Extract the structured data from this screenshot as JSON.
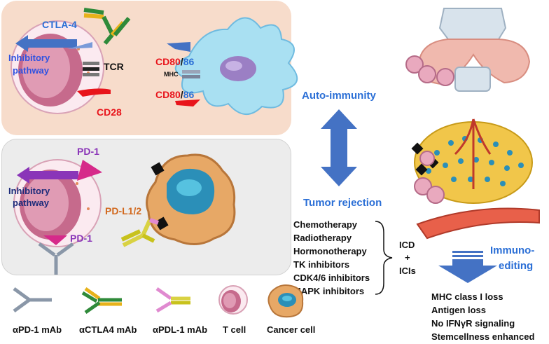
{
  "top_panel": {
    "ctla4_label": "CTLA-4",
    "inhibitory_line1": "Inhibitory",
    "inhibitory_line2": "pathway",
    "tcr_label": "TCR",
    "cd28_label": "CD28",
    "cd80_a": "CD80",
    "slash_a": "/",
    "num86_a": "86",
    "mhc_label": "MHC",
    "cd80_b": "CD80",
    "slash_b": "/",
    "num86_b": "86"
  },
  "mid_panel": {
    "pd1_top_label": "PD-1",
    "inhibitory_line1": "Inhibitory",
    "inhibitory_line2": "pathway",
    "pd1_bottom_label": "PD-1",
    "pdl1_label": "PD-L1/2"
  },
  "center": {
    "auto_immunity": "Auto-immunity",
    "tumor_rejection": "Tumor rejection"
  },
  "therapies": [
    "Chemotherapy",
    "Radiotherapy",
    "Hormonotherapy",
    "TK inhibitors",
    "CDK4/6 inhibitors",
    "MAPK inhibitors"
  ],
  "icd": {
    "line1": "ICD",
    "line2": "+",
    "line3": "ICIs"
  },
  "immunoediting": {
    "line1": "Immuno-",
    "line2": "editing"
  },
  "outcomes": [
    "MHC class I loss",
    "Antigen loss",
    "No IFNγR signaling",
    "Stemcellness enhanced"
  ],
  "legend": {
    "apd1": "αPD-1 mAb",
    "actla4": "αCTLA4 mAb",
    "apdl1": "αPDL-1 mAb",
    "tcell": "T cell",
    "cancer": "Cancer cell"
  },
  "colors": {
    "top_panel_bg": "#f7dccb",
    "mid_panel_bg": "#ececec",
    "blue_arrow": "#4472c4",
    "label_blue": "#2b6fd6",
    "label_red": "#e8141b",
    "label_purple": "#8a35b8",
    "label_orange": "#d2691e"
  }
}
